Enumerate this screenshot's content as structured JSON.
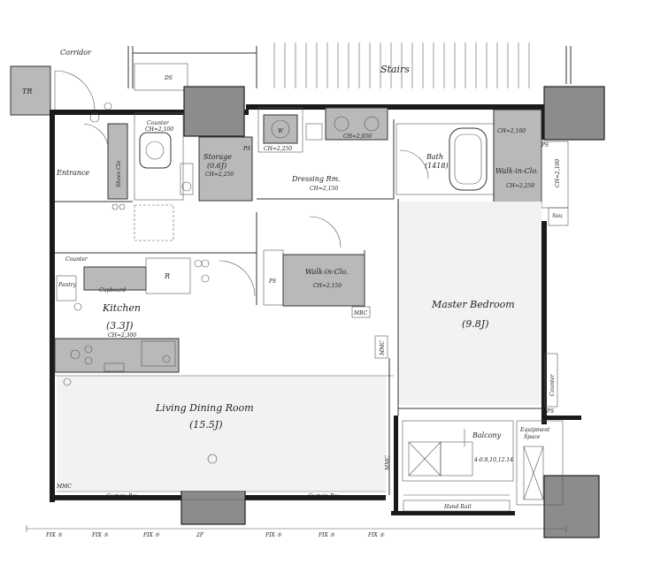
{
  "rooms": {
    "corridor": "Corridor",
    "stairs": "Stairs",
    "tr": "TR",
    "ds": "DS",
    "entrance": "Entrance",
    "shoes_clo": "Shoes Clo",
    "counter_top": "Counter",
    "counter_top_ch": "CH=2,100",
    "storage": "Storage",
    "storage_size": "(0.6J)",
    "storage_ch": "CH=2,250",
    "ps1": "PS",
    "w": "W",
    "ch_dressing_w": "CH=2,250",
    "ch_sink": "CH=2,050",
    "dressing": "Dressing Rm.",
    "dressing_ch": "CH=2,150",
    "bath": "Bath",
    "bath_size": "(1418)",
    "walkin_right": "Walk-in-Clo.",
    "walkin_right_ch": "CH=2,250",
    "ch_right_top": "CH=2,100",
    "ch_right_side": "CH=2,100",
    "ps_right": "PS",
    "sau": "Sau",
    "counter_k": "Counter",
    "pantry": "Pantry",
    "cupboard": "Cupboard",
    "r": "R",
    "kitchen": "Kitchen",
    "kitchen_size": "(3.3J)",
    "kitchen_ch": "CH=2,300",
    "ps_mid": "PS",
    "walkin_mid": "Walk-in-Clo.",
    "walkin_mid_ch": "CH=2,150",
    "mbc": "MBC",
    "mmc": "MMC",
    "master": "Master Bedroom",
    "master_size": "(9.8J)",
    "counter_side": "Counter",
    "ps_bal": "PS",
    "living": "Living Dining Room",
    "living_size": "(15.5J)",
    "balcony": "Balcony",
    "balcony_dim": "4-0.8,10,12.14",
    "equipment": "Equipment",
    "space": "Space",
    "curtain1": "Curtain Box",
    "curtain2": "Curtain Box",
    "handrail": "Hand Rail",
    "mmc_bottom": "MMC",
    "mmc_living": "MMC",
    "dim_labels": [
      "FIX ⑤",
      "FIX ⑤",
      "FIX ⑤",
      "2F",
      "FIX ⑤",
      "FIX ⑤",
      "FIX ⑤"
    ]
  }
}
